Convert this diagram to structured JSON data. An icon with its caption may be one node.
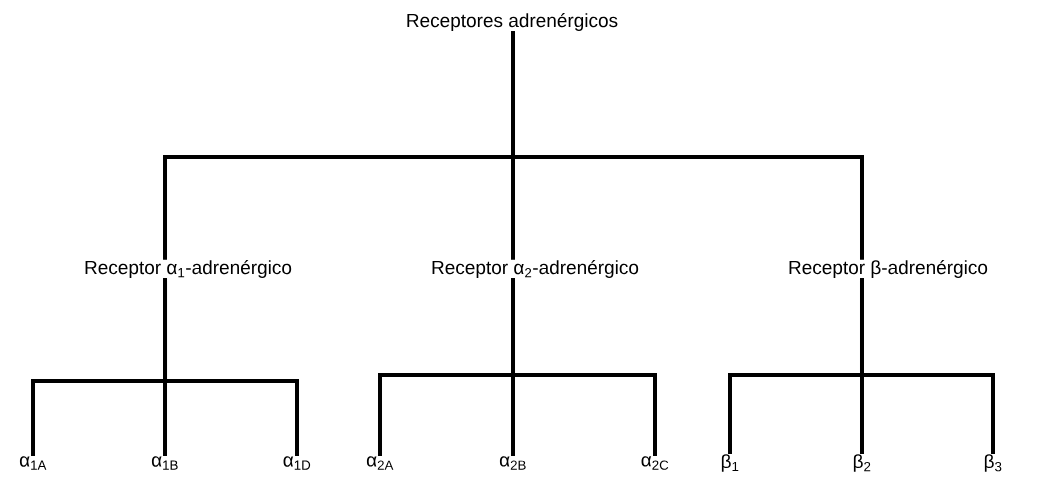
{
  "diagram": {
    "nodes": [
      {
        "text": [
          "Receptores adrenérgicos"
        ]
      },
      {
        "text": [
          "Receptor α$_{1}$-adrenérgico"
        ]
      },
      {
        "text": [
          "Receptor α$_{2}$-adrenérgico"
        ]
      },
      {
        "text": [
          "Receptor β-adrenérgico"
        ]
      },
      {
        "text": [
          "α$_{1A}$"
        ]
      },
      {
        "text": [
          "α$_{1B}$"
        ]
      },
      {
        "text": [
          "α$_{1D}$"
        ]
      },
      {
        "text": [
          "α$_{2A}$"
        ]
      },
      {
        "text": [
          "α$_{2B}$"
        ]
      },
      {
        "text": [
          "α$_{2C}$"
        ]
      },
      {
        "text": [
          "β$_{1}$"
        ]
      },
      {
        "text": [
          "β$_{2}$"
        ]
      },
      {
        "text": [
          "β$_{3}$"
        ]
      }
    ],
    "edges": [
      {
        "from": 0,
        "to": 1,
        "arrow": "none"
      },
      {
        "from": 0,
        "to": 2,
        "arrow": "none"
      },
      {
        "from": 0,
        "to": 3,
        "arrow": "none"
      },
      {
        "from": 1,
        "to": 4,
        "arrow": "none"
      },
      {
        "from": 1,
        "to": 5,
        "arrow": "none"
      },
      {
        "from": 1,
        "to": 6,
        "arrow": "none"
      },
      {
        "from": 2,
        "to": 7,
        "arrow": "none"
      },
      {
        "from": 2,
        "to": 8,
        "arrow": "none"
      },
      {
        "from": 2,
        "to": 9,
        "arrow": "none"
      },
      {
        "from": 3,
        "to": 10,
        "arrow": "none"
      },
      {
        "from": 3,
        "to": 11,
        "arrow": "none"
      },
      {
        "from": 3,
        "to": 12,
        "arrow": "none"
      }
    ]
  }
}
